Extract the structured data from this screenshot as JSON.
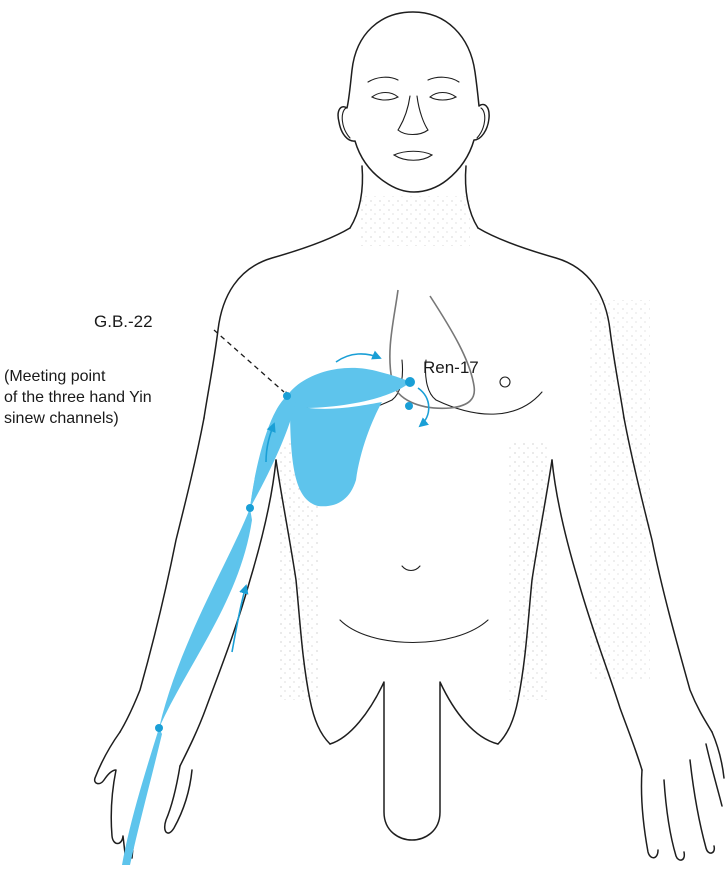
{
  "labels": {
    "gb22": "G.B.-22",
    "ren17": "Ren-17",
    "meeting_line1": "(Meeting point",
    "meeting_line2": "of the three hand Yin",
    "meeting_line3": "sinew channels)"
  },
  "colors": {
    "channel_fill": "#5ec4ec",
    "channel_stroke": "#1a9fd6",
    "outline": "#1e1e1e",
    "background": "#ffffff"
  },
  "icons": {
    "arrow": "flow-arrow-icon",
    "point": "acupoint-dot-icon"
  }
}
